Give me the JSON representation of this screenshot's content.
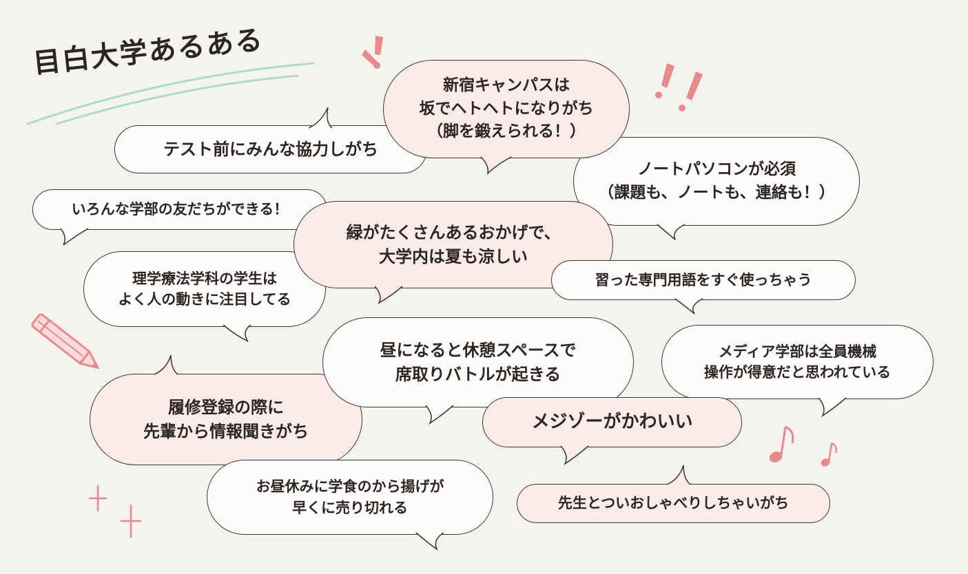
{
  "title": "目白大学あるある",
  "colors": {
    "background": "#f5f3ef",
    "bubble_white": "#fdfcfb",
    "bubble_pink": "#fbecea",
    "outline": "#3a3432",
    "accent_pink": "#e9898a",
    "accent_mint": "#a9dccd"
  },
  "bubbles": [
    {
      "id": "shinjuku",
      "text": "新宿キャンパスは\n坂でヘトヘトになりがち\n（脚を鍛えられる！）"
    },
    {
      "id": "test",
      "text": "テスト前にみんな協力しがち"
    },
    {
      "id": "notepc",
      "text": "ノートパソコンが必須\n（課題も、ノートも、連絡も！）"
    },
    {
      "id": "friends",
      "text": "いろんな学部の友だちができる！"
    },
    {
      "id": "green",
      "text": "緑がたくさんあるおかげで、\n大学内は夏も涼しい"
    },
    {
      "id": "physio",
      "text": "理学療法学科の学生は\nよく人の動きに注目してる"
    },
    {
      "id": "terms",
      "text": "習った専門用語をすぐ使っちゃう"
    },
    {
      "id": "lunch",
      "text": "昼になると休憩スペースで\n席取りバトルが起きる"
    },
    {
      "id": "media",
      "text": "メディア学部は全員機械\n操作が得意だと思われている"
    },
    {
      "id": "register",
      "text": "履修登録の際に\n先輩から情報聞きがち"
    },
    {
      "id": "mejizo",
      "text": "メジゾーがかわいい"
    },
    {
      "id": "karaage",
      "text": "お昼休みに学食のから揚げが\n早くに売り切れる"
    },
    {
      "id": "teacher",
      "text": "先生とついおしゃべりしちゃいがち"
    }
  ],
  "icons": [
    "pencil-icon",
    "music-note-icon",
    "sparkle-icon",
    "exclamation-icon"
  ]
}
